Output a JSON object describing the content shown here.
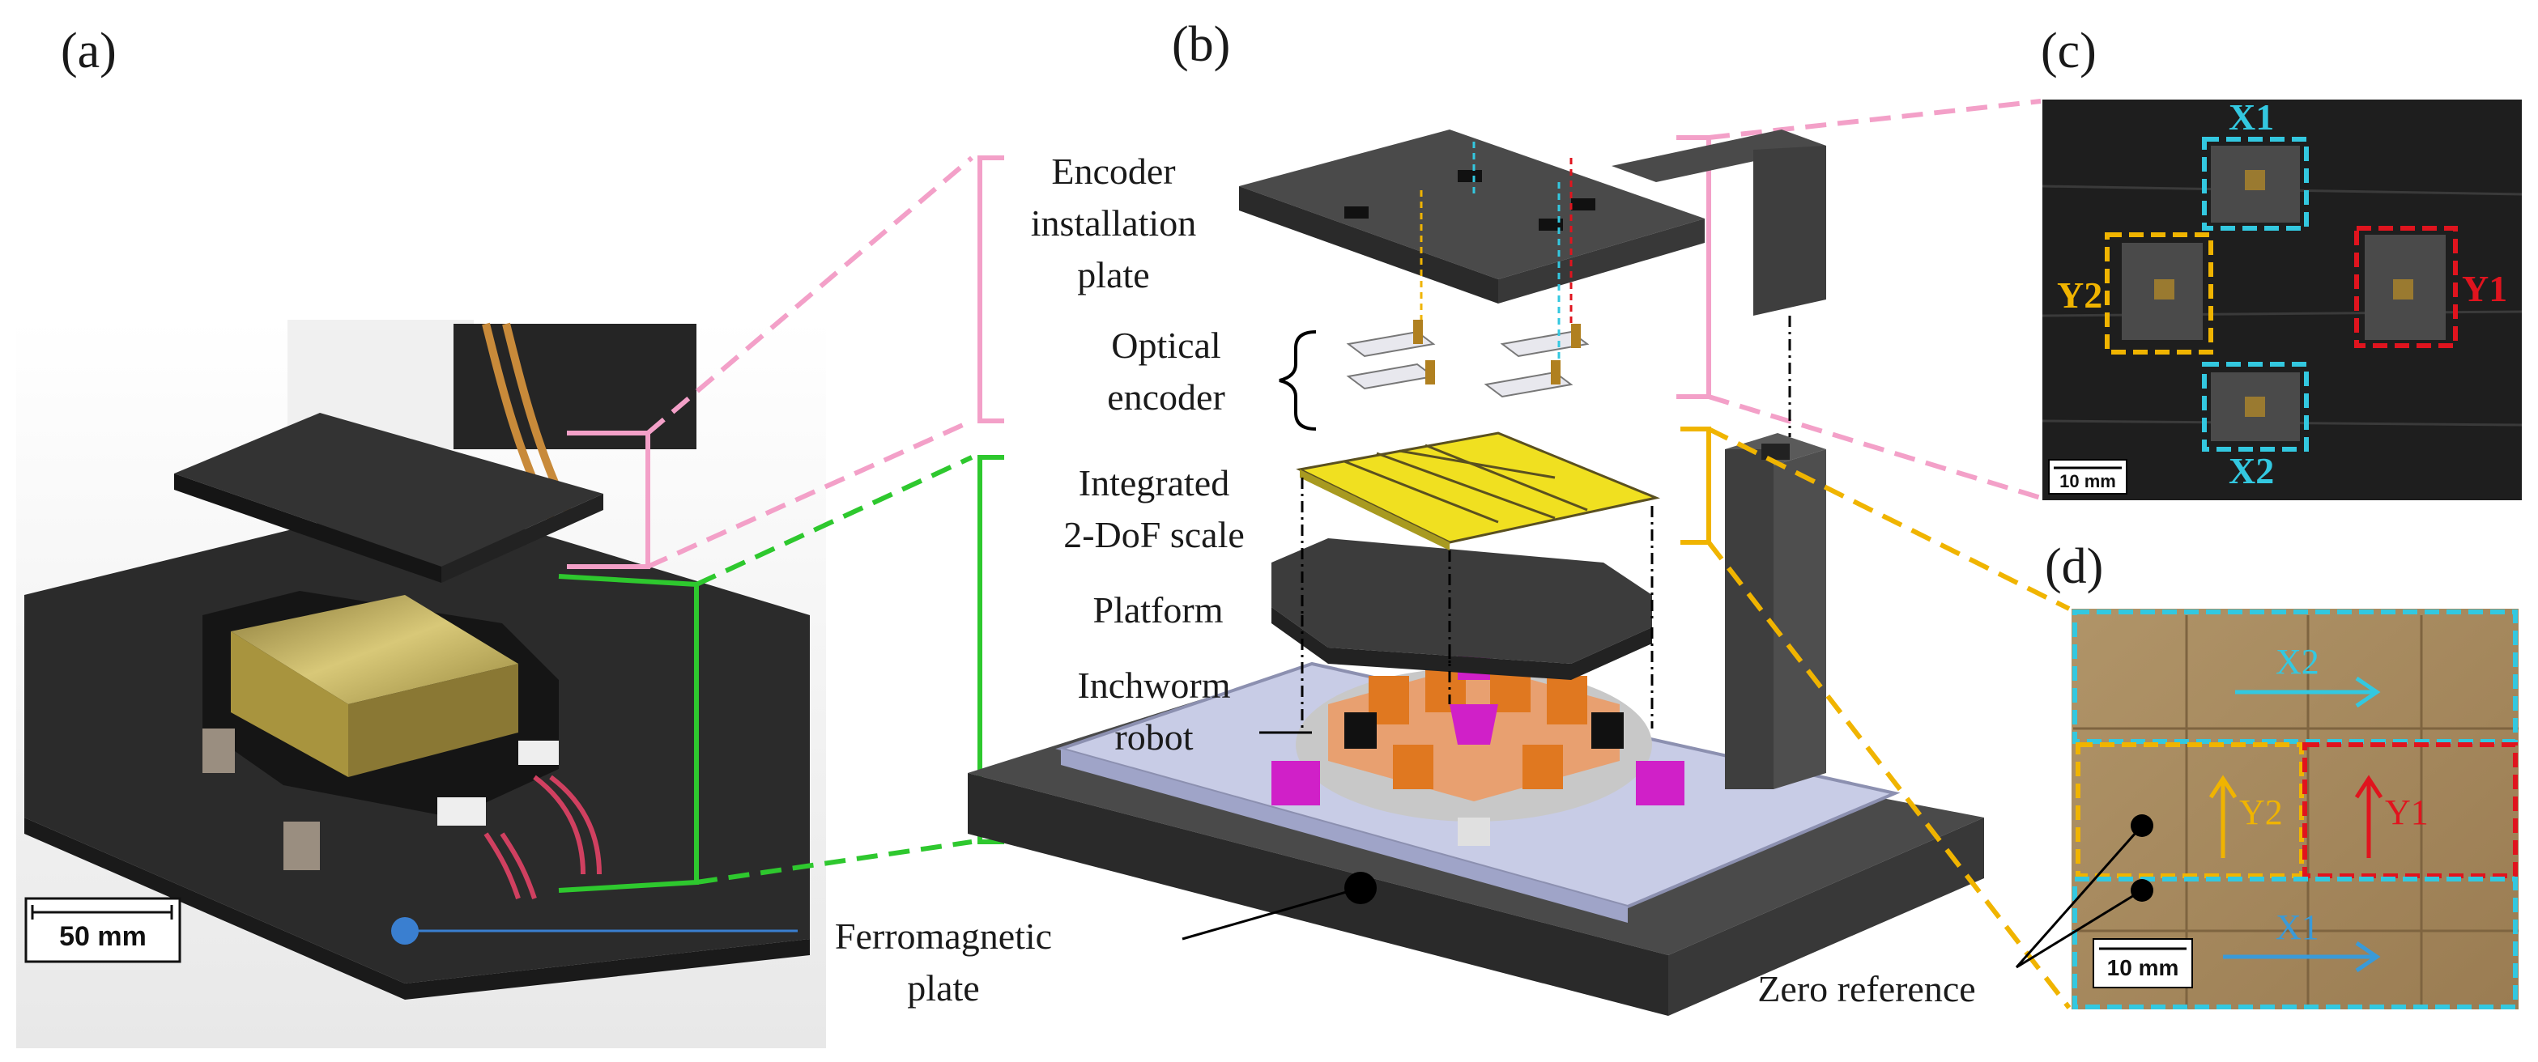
{
  "panels": {
    "a": "(a)",
    "b": "(b)",
    "c": "(c)",
    "d": "(d)"
  },
  "labels": {
    "encoder_plate": [
      "Encoder",
      "installation",
      "plate"
    ],
    "optical_encoder": [
      "Optical",
      "encoder"
    ],
    "scale": [
      "Integrated",
      "2-DoF scale"
    ],
    "platform": "Platform",
    "inchworm": [
      "Inchworm",
      "robot"
    ],
    "ferromagnetic": [
      "Ferromagnetic",
      "plate"
    ],
    "zero_reference": "Zero reference"
  },
  "encoders": {
    "x1": "X1",
    "x2": "X2",
    "y1": "Y1",
    "y2": "Y2"
  },
  "scale_bars": {
    "a": "50 mm",
    "c": "10 mm",
    "d": "10 mm"
  },
  "colors": {
    "pink": "#f3a0c8",
    "green": "#2ec82e",
    "orange": "#f0b400",
    "cyan": "#33c8e0",
    "red": "#e0141e",
    "blue": "#3a7fd0",
    "yellow_scale": "#f0e020",
    "copper": "#e07820",
    "magenta": "#d020c8"
  }
}
